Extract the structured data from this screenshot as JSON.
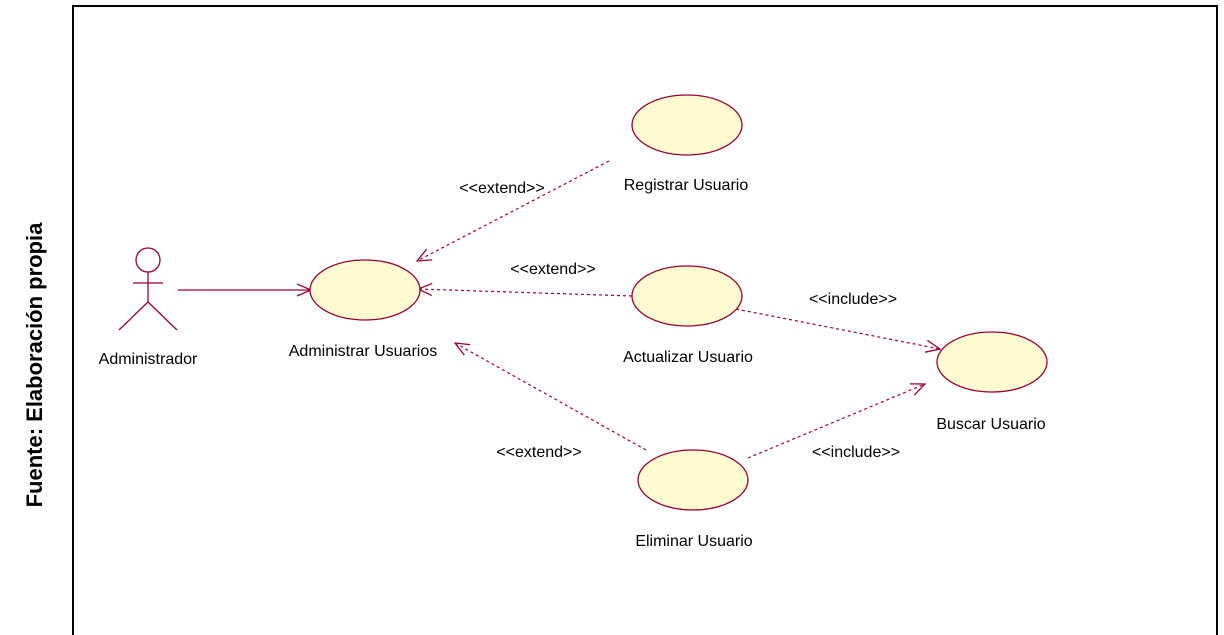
{
  "side_caption": "Fuente: Elaboración propia",
  "colors": {
    "ellipse_fill": "#fffbd0",
    "stroke": "#990033",
    "frame": "#000000"
  },
  "actor": {
    "name": "Administrador"
  },
  "use_cases": {
    "administrar": "Administrar Usuarios",
    "registrar": "Registrar Usuario",
    "actualizar": "Actualizar Usuario",
    "eliminar": "Eliminar Usuario",
    "buscar": "Buscar Usuario"
  },
  "relations": {
    "extend_registrar": "<<extend>>",
    "extend_actualizar": "<<extend>>",
    "extend_eliminar": "<<extend>>",
    "include_actualizar": "<<include>>",
    "include_eliminar": "<<include>>"
  }
}
